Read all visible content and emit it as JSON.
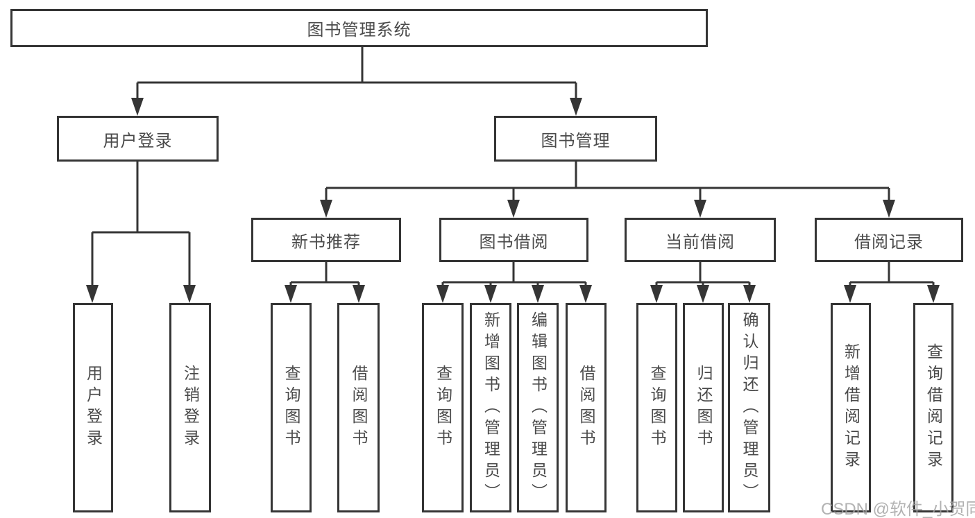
{
  "diagram": {
    "title": "图书管理系统",
    "root": {
      "id": "library-management-system",
      "label": "图书管理系统"
    },
    "level1": [
      {
        "id": "user-login",
        "label": "用户登录",
        "parent": "library-management-system"
      },
      {
        "id": "book-management",
        "label": "图书管理",
        "parent": "library-management-system"
      }
    ],
    "level2": [
      {
        "id": "new-book-recommend",
        "label": "新书推荐",
        "parent": "book-management"
      },
      {
        "id": "book-borrowing",
        "label": "图书借阅",
        "parent": "book-management"
      },
      {
        "id": "current-borrowing",
        "label": "当前借阅",
        "parent": "book-management"
      },
      {
        "id": "borrowing-records",
        "label": "借阅记录",
        "parent": "book-management"
      }
    ],
    "leaves": [
      {
        "id": "user-login-leaf",
        "label": "用户登录",
        "parent": "user-login"
      },
      {
        "id": "logout-leaf",
        "label": "注销登录",
        "parent": "user-login"
      },
      {
        "id": "query-books-recommend",
        "label": "查询图书",
        "parent": "new-book-recommend"
      },
      {
        "id": "borrow-books-recommend",
        "label": "借阅图书",
        "parent": "new-book-recommend"
      },
      {
        "id": "query-books-borrowing",
        "label": "查询图书",
        "parent": "book-borrowing"
      },
      {
        "id": "add-books-admin",
        "label": "新增图书（管理员）",
        "parent": "book-borrowing"
      },
      {
        "id": "edit-books-admin",
        "label": "编辑图书（管理员）",
        "parent": "book-borrowing"
      },
      {
        "id": "borrow-books-borrowing",
        "label": "借阅图书",
        "parent": "book-borrowing"
      },
      {
        "id": "query-books-current",
        "label": "查询图书",
        "parent": "current-borrowing"
      },
      {
        "id": "return-books",
        "label": "归还图书",
        "parent": "current-borrowing"
      },
      {
        "id": "confirm-return-admin",
        "label": "确认归还（管理员）",
        "parent": "current-borrowing"
      },
      {
        "id": "add-borrow-record",
        "label": "新增借阅记录",
        "parent": "borrowing-records"
      },
      {
        "id": "query-borrow-record",
        "label": "查询借阅记录",
        "parent": "borrowing-records"
      }
    ]
  },
  "watermark": {
    "text": "CSDN @软件_小贺同学"
  },
  "colors": {
    "line": "#353535",
    "text": "#4a4a4a",
    "background": "#ffffff",
    "watermark": "#a2a2a2"
  }
}
